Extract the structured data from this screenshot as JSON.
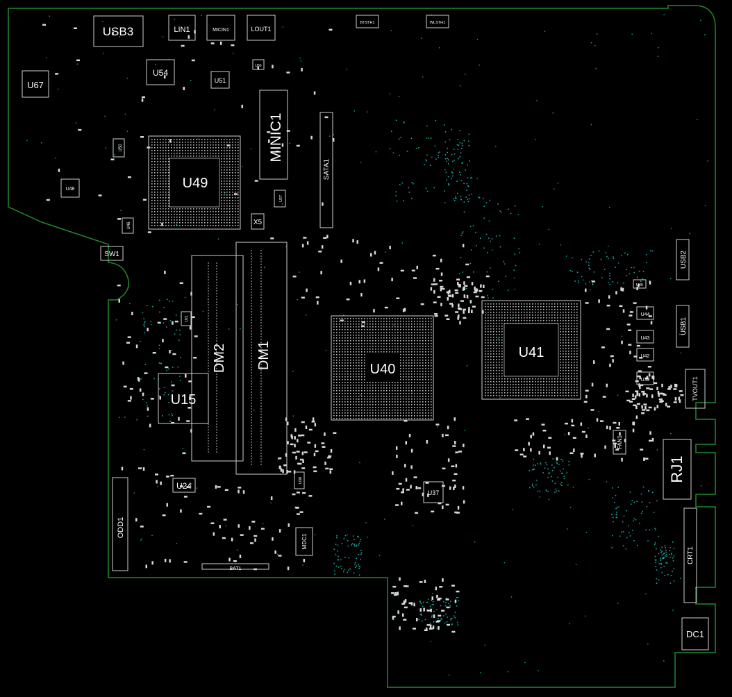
{
  "colors": {
    "background": "#000000",
    "board_outline": "#1f8a2a",
    "silkscreen": "#cfcfcf",
    "label": "#ffffff",
    "via": "#1aa7a0"
  },
  "components": {
    "usb3": "USB3",
    "lin1": "LIN1",
    "micin1": "MICIN1",
    "lout1": "LOUT1",
    "btsth1": "BTSTH1",
    "wlsth1": "WLSTH1",
    "u67": "U67",
    "u54": "U54",
    "u51": "U51",
    "u56": "U56",
    "minic1": "MINIC1",
    "u50": "U50",
    "u48": "U48",
    "u49": "U49",
    "u27": "U27",
    "sata1": "SATA1",
    "x5": "X5",
    "u46": "U46",
    "sw1": "SW1",
    "usb2": "USB2",
    "u45": "U45",
    "u44": "U44",
    "usb1": "USB1",
    "u43": "U43",
    "u42": "U42",
    "u41": "U41",
    "u39": "U39",
    "tvout1": "TVOUT1",
    "dm2": "DM2",
    "dm1": "DM1",
    "u40": "U40",
    "u21": "U21",
    "u15": "U15",
    "fan1": "FAN1",
    "rj1": "RJ1",
    "u24": "U24",
    "u38": "U38",
    "u37": "U37",
    "odd1": "ODD1",
    "mdc1": "MDC1",
    "bat1": "BAT1",
    "crt1": "CRT1",
    "dc1": "DC1"
  }
}
